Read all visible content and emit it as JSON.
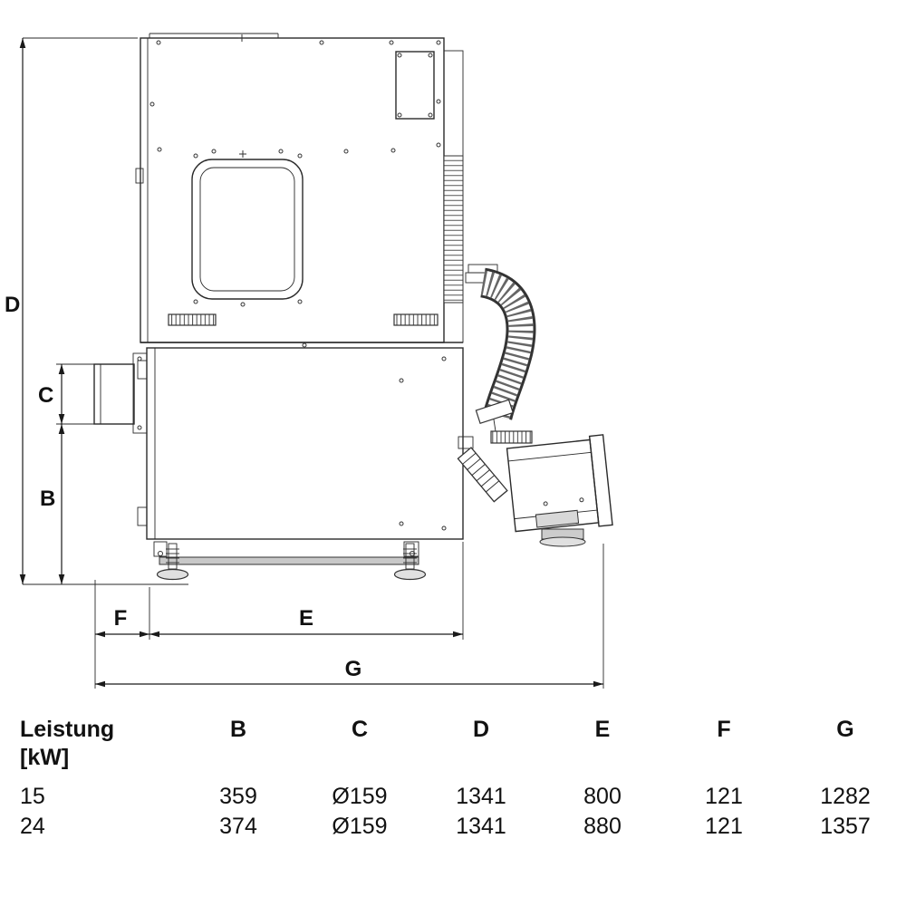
{
  "diagram": {
    "labels": {
      "d": "D",
      "c": "C",
      "b": "B",
      "f": "F",
      "e": "E",
      "g": "G"
    }
  },
  "table": {
    "header": {
      "leistung_line1": "Leistung",
      "leistung_line2": "[kW]",
      "cols": [
        "B",
        "C",
        "D",
        "E",
        "F",
        "G"
      ]
    },
    "rows": [
      {
        "leistung": "15",
        "values": [
          "359",
          "Ø159",
          "1341",
          "800",
          "121",
          "1282"
        ]
      },
      {
        "leistung": "24",
        "values": [
          "374",
          "Ø159",
          "1341",
          "880",
          "121",
          "1357"
        ]
      }
    ]
  }
}
